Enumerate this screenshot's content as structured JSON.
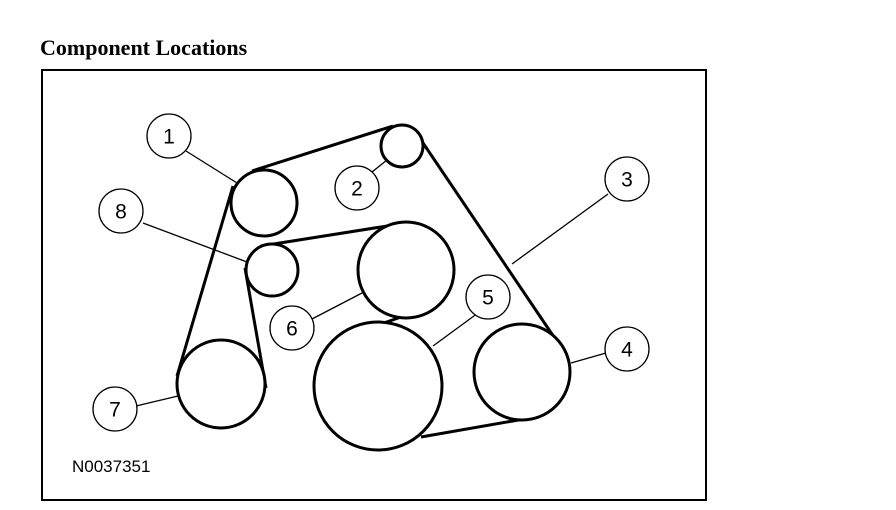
{
  "title": "Component Locations",
  "figure_id": "N0037351",
  "callouts": {
    "c1": "1",
    "c2": "2",
    "c3": "3",
    "c4": "4",
    "c5": "5",
    "c6": "6",
    "c7": "7",
    "c8": "8"
  },
  "colors": {
    "line": "#000000",
    "background": "#ffffff"
  }
}
